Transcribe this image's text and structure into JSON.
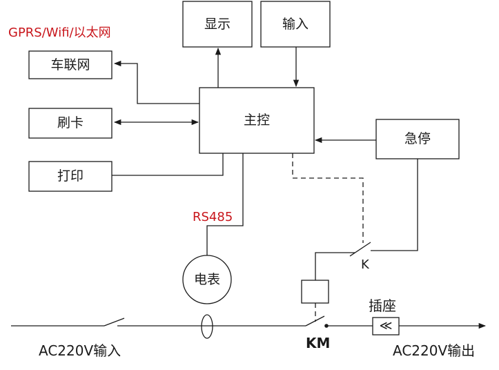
{
  "blocks": {
    "display": "显示",
    "input": "输入",
    "iov": "车联网",
    "card": "刷卡",
    "print": "打印",
    "main": "主控",
    "estop": "急停",
    "meter": "电表"
  },
  "labels": {
    "gprs": "GPRS/Wifi/以太网",
    "rs485": "RS485",
    "k": "K",
    "socket": "插座",
    "socket_symbol": "≪",
    "km": "KM",
    "ac_in": "AC220V输入",
    "ac_out": "AC220V输出"
  },
  "colors": {
    "line": "#1a1a1a",
    "accent": "#c8151b"
  }
}
